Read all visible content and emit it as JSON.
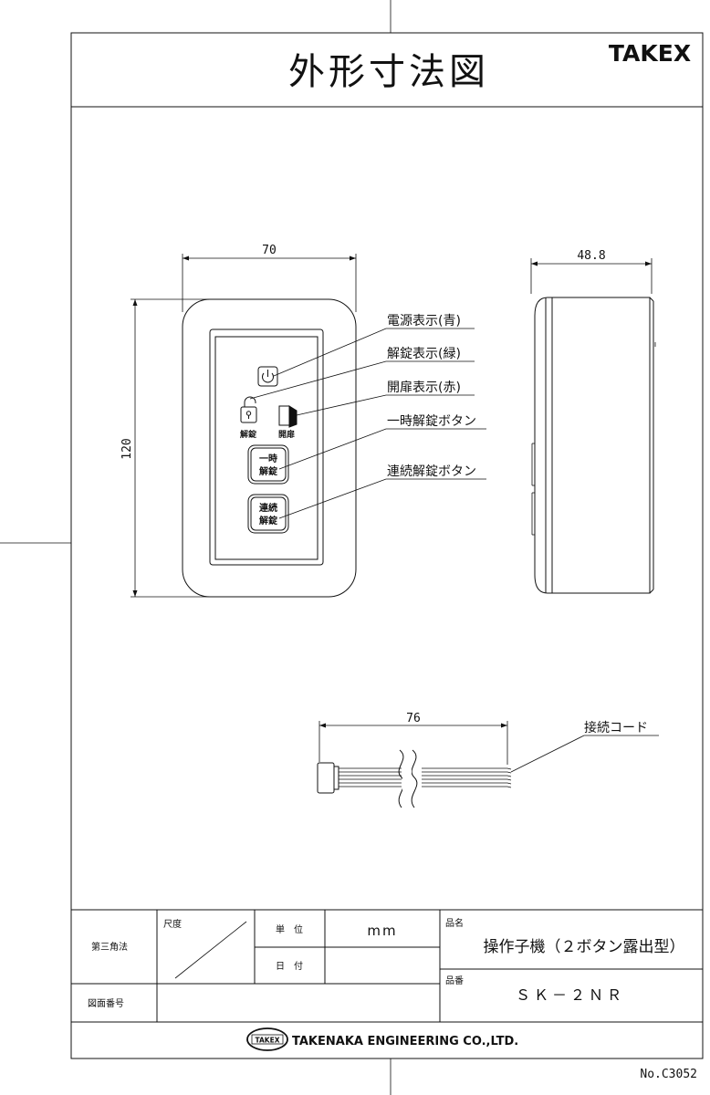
{
  "header": {
    "title": "外形寸法図",
    "brand": "TAKEX"
  },
  "front_view": {
    "width_dim": "70",
    "height_dim": "120",
    "callouts": [
      "電源表示(青)",
      "解錠表示(緑)",
      "開扉表示(赤)",
      "一時解錠ボタン",
      "連続解錠ボタン"
    ],
    "icon_labels": {
      "unlock": "解錠",
      "door": "開扉"
    },
    "button1": [
      "一時",
      "解錠"
    ],
    "button2": [
      "連続",
      "解錠"
    ]
  },
  "side_view": {
    "depth_dim": "48.8"
  },
  "cable": {
    "length_dim": "76",
    "label": "接続コード"
  },
  "title_block": {
    "projection": "第三角法",
    "scale_label": "尺度",
    "unit_label": "単　位",
    "unit_value": "mm",
    "date_label": "日　付",
    "product_name_label": "品名",
    "product_name": "操作子機（２ボタン露出型）",
    "drawing_no_label": "図面番号",
    "part_no_label": "品番",
    "part_no": "ＳＫ－２ＮＲ",
    "company_logo": "TAKEX",
    "company": "TAKENAKA ENGINEERING CO.,LTD."
  },
  "doc_no": "No.C3052",
  "colors": {
    "line": "#111111",
    "background": "#ffffff"
  }
}
